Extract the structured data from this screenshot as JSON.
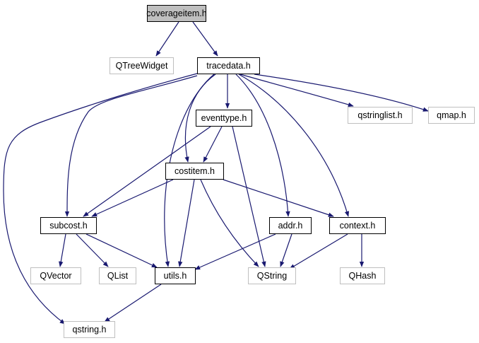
{
  "colors": {
    "edge": "#191970",
    "root_fill": "#bfbfbf",
    "external_border": "#bfbfbf",
    "local_border": "#000000"
  },
  "nodes": {
    "coverageitem": "coverageitem.h",
    "qtreewidget": "QTreeWidget",
    "tracedata": "tracedata.h",
    "qstringlist": "qstringlist.h",
    "qmap": "qmap.h",
    "eventtype": "eventtype.h",
    "costitem": "costitem.h",
    "subcost": "subcost.h",
    "addr": "addr.h",
    "context": "context.h",
    "qvector": "QVector",
    "qlist": "QList",
    "utils": "utils.h",
    "qstring_class": "QString",
    "qhash": "QHash",
    "qstring_h": "qstring.h"
  },
  "edges": [
    [
      "coverageitem.h",
      "QTreeWidget"
    ],
    [
      "coverageitem.h",
      "tracedata.h"
    ],
    [
      "tracedata.h",
      "eventtype.h"
    ],
    [
      "tracedata.h",
      "qstringlist.h"
    ],
    [
      "tracedata.h",
      "qmap.h"
    ],
    [
      "tracedata.h",
      "context.h"
    ],
    [
      "tracedata.h",
      "addr.h"
    ],
    [
      "tracedata.h",
      "costitem.h"
    ],
    [
      "tracedata.h",
      "utils.h"
    ],
    [
      "tracedata.h",
      "subcost.h"
    ],
    [
      "tracedata.h",
      "qstring.h"
    ],
    [
      "eventtype.h",
      "costitem.h"
    ],
    [
      "eventtype.h",
      "subcost.h"
    ],
    [
      "eventtype.h",
      "QString"
    ],
    [
      "costitem.h",
      "subcost.h"
    ],
    [
      "costitem.h",
      "context.h"
    ],
    [
      "costitem.h",
      "utils.h"
    ],
    [
      "costitem.h",
      "QString"
    ],
    [
      "subcost.h",
      "QVector"
    ],
    [
      "subcost.h",
      "QList"
    ],
    [
      "subcost.h",
      "utils.h"
    ],
    [
      "addr.h",
      "utils.h"
    ],
    [
      "addr.h",
      "QString"
    ],
    [
      "context.h",
      "QString"
    ],
    [
      "context.h",
      "QHash"
    ],
    [
      "utils.h",
      "qstring.h"
    ]
  ]
}
